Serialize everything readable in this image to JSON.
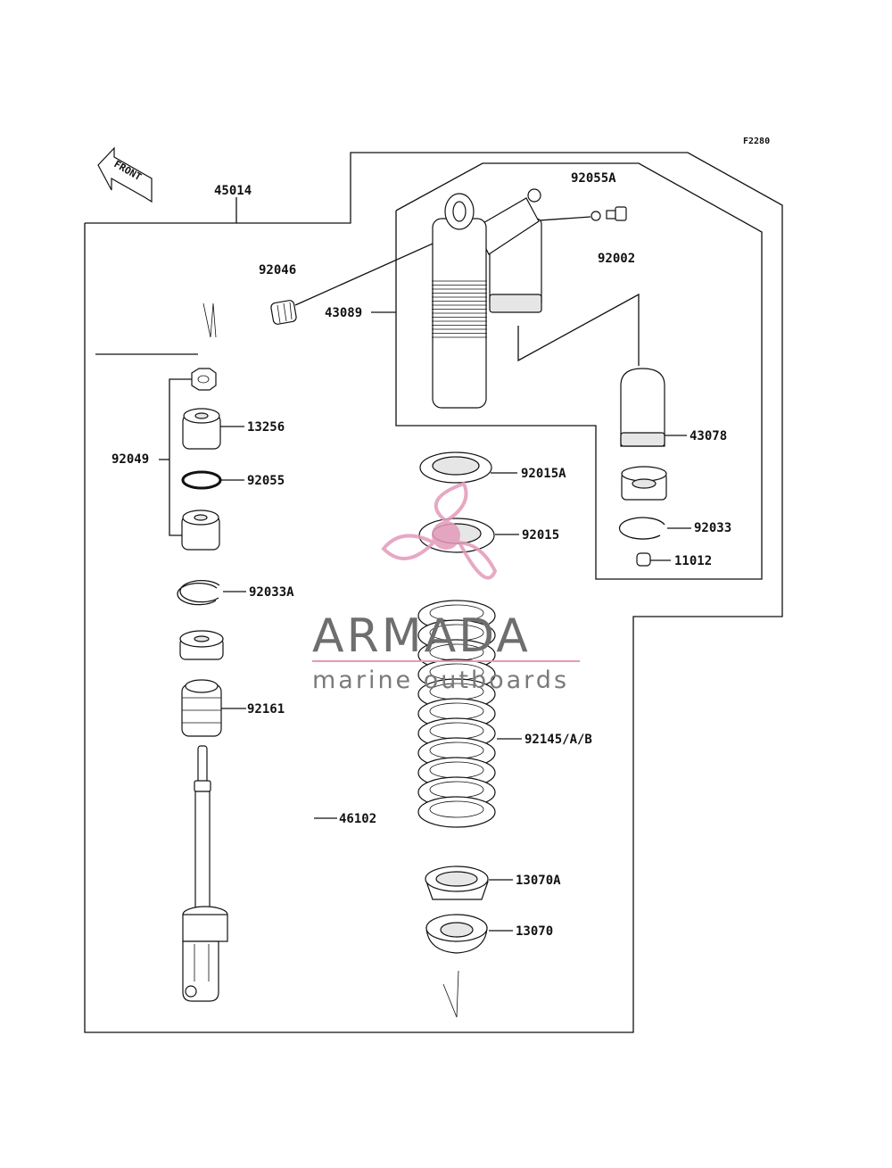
{
  "figure_code": "F2280",
  "front_label": "FRONT",
  "parts": {
    "p45014": "45014",
    "p92046": "92046",
    "p43089": "43089",
    "p92055A": "92055A",
    "p92002": "92002",
    "p43078": "43078",
    "p92033": "92033",
    "p11012": "11012",
    "p92049": "92049",
    "p13256": "13256",
    "p92055": "92055",
    "p92033A": "92033A",
    "p92161": "92161",
    "p46102": "46102",
    "p92015A": "92015A",
    "p92015": "92015",
    "p92145": "92145/A/B",
    "p13070A": "13070A",
    "p13070": "13070"
  },
  "watermark": {
    "brand": "ARMADA",
    "tagline": "marine outboards",
    "logo_color": "#e39ab9"
  }
}
